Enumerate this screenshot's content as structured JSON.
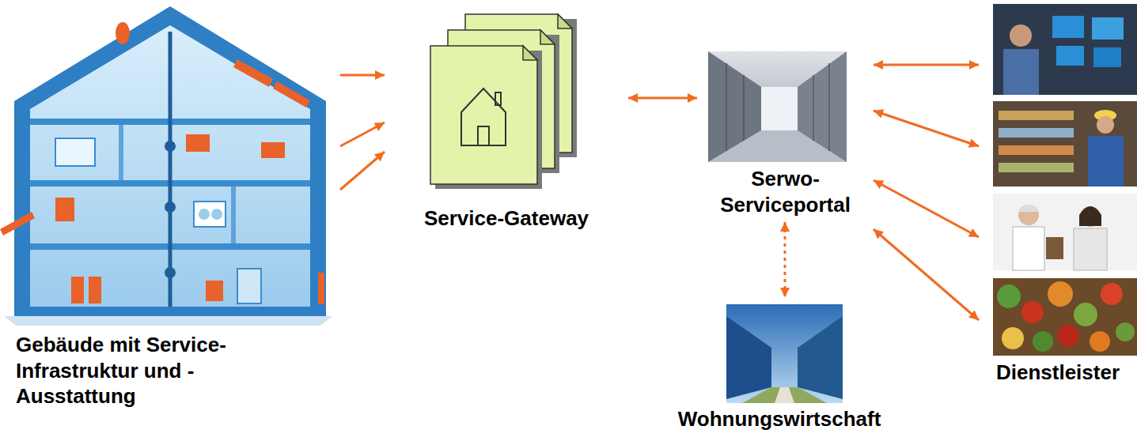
{
  "diagram": {
    "nodes": [
      {
        "text": [
          "Gebäude mit Service- Infrastruktur und - Ausstattung"
        ]
      },
      {
        "text": [
          "Service-Gateway"
        ]
      },
      {
        "text": [
          "Serwo- Serviceportal"
        ]
      },
      {
        "text": [
          "Wohnungswirtschaft"
        ]
      },
      {
        "text": [
          "Dienstleister"
        ]
      }
    ],
    "edges": [
      {
        "from": 0,
        "to": 1,
        "arrow": "to"
      },
      {
        "from": 0,
        "to": 1,
        "arrow": "to"
      },
      {
        "from": 0,
        "to": 1,
        "arrow": "to"
      },
      {
        "from": 1,
        "to": 2,
        "arrow": "both"
      },
      {
        "from": 2,
        "to": 4,
        "arrow": "both"
      },
      {
        "from": 2,
        "to": 4,
        "arrow": "both"
      },
      {
        "from": 2,
        "to": 4,
        "arrow": "both"
      },
      {
        "from": 2,
        "to": 4,
        "arrow": "both"
      },
      {
        "from": 2,
        "to": 3,
        "arrow": "both"
      }
    ]
  }
}
